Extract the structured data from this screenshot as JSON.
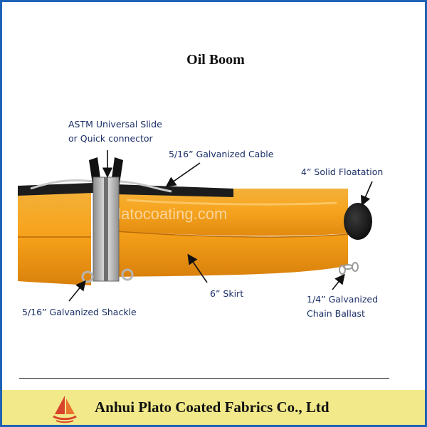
{
  "title": "Oil Boom",
  "watermark": "platocoating.com",
  "labels": {
    "connector_line1": "ASTM Universal Slide",
    "connector_line2": "or Quick connector",
    "cable": "5/16” Galvanized Cable",
    "floatation": "4” Solid Floatation",
    "shackle": "5/16” Galvanized Shackle",
    "skirt": "6” Skirt",
    "ballast_line1": "1/4” Galvanized",
    "ballast_line2": "Chain Ballast"
  },
  "footer": {
    "company": "Anhui Plato Coated Fabrics Co., Ltd"
  },
  "colors": {
    "frame_border": "#1e62b5",
    "boom_orange": "#f5a623",
    "footer_bg": "#f1e98a",
    "label_text": "#1b2f68",
    "logo_red": "#d8432b"
  },
  "icons": {
    "logo": "sail-boat-logo-icon"
  }
}
